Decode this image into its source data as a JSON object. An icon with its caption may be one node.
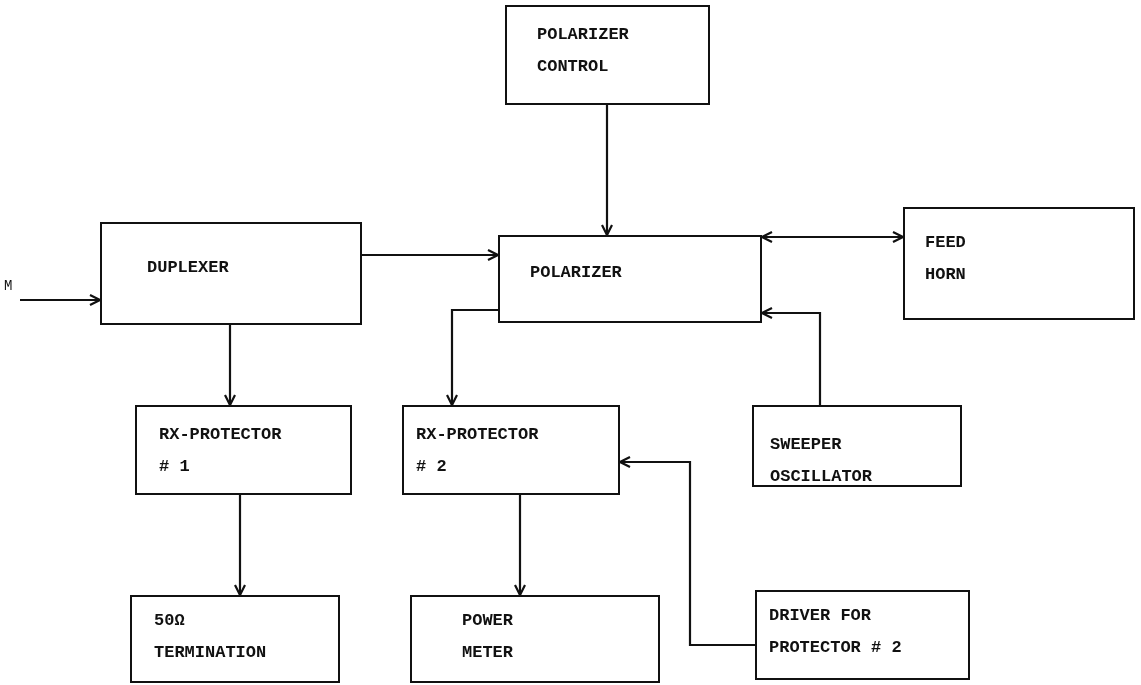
{
  "diagram": {
    "nodes": [
      {
        "text": [
          "POLARIZER CONTROL"
        ]
      },
      {
        "text": [
          "DUPLEXER"
        ]
      },
      {
        "text": [
          "POLARIZER"
        ]
      },
      {
        "text": [
          "FEED HORN"
        ]
      },
      {
        "text": [
          "RX-PROTECTOR # 1"
        ]
      },
      {
        "text": [
          "RX-PROTECTOR # 2"
        ]
      },
      {
        "text": [
          "SWEEPER OSCILLATOR"
        ]
      },
      {
        "text": [
          "50Ω TERMINATION"
        ]
      },
      {
        "text": [
          "POWER METER"
        ]
      },
      {
        "text": [
          "DRIVER FOR PROTECTOR # 2"
        ]
      }
    ],
    "edges": [
      {
        "from": null,
        "to": 1,
        "arrow": "to"
      },
      {
        "from": 0,
        "to": 2,
        "arrow": "to"
      },
      {
        "from": 1,
        "to": 2,
        "arrow": "to"
      },
      {
        "from": 2,
        "to": 3,
        "arrow": "both"
      },
      {
        "from": 6,
        "to": 2,
        "arrow": "to"
      },
      {
        "from": 1,
        "to": 4,
        "arrow": "to"
      },
      {
        "from": 2,
        "to": 5,
        "arrow": "to"
      },
      {
        "from": 4,
        "to": 7,
        "arrow": "to"
      },
      {
        "from": 5,
        "to": 8,
        "arrow": "to"
      },
      {
        "from": 9,
        "to": 5,
        "arrow": "to"
      }
    ],
    "labels": [
      "M"
    ]
  }
}
